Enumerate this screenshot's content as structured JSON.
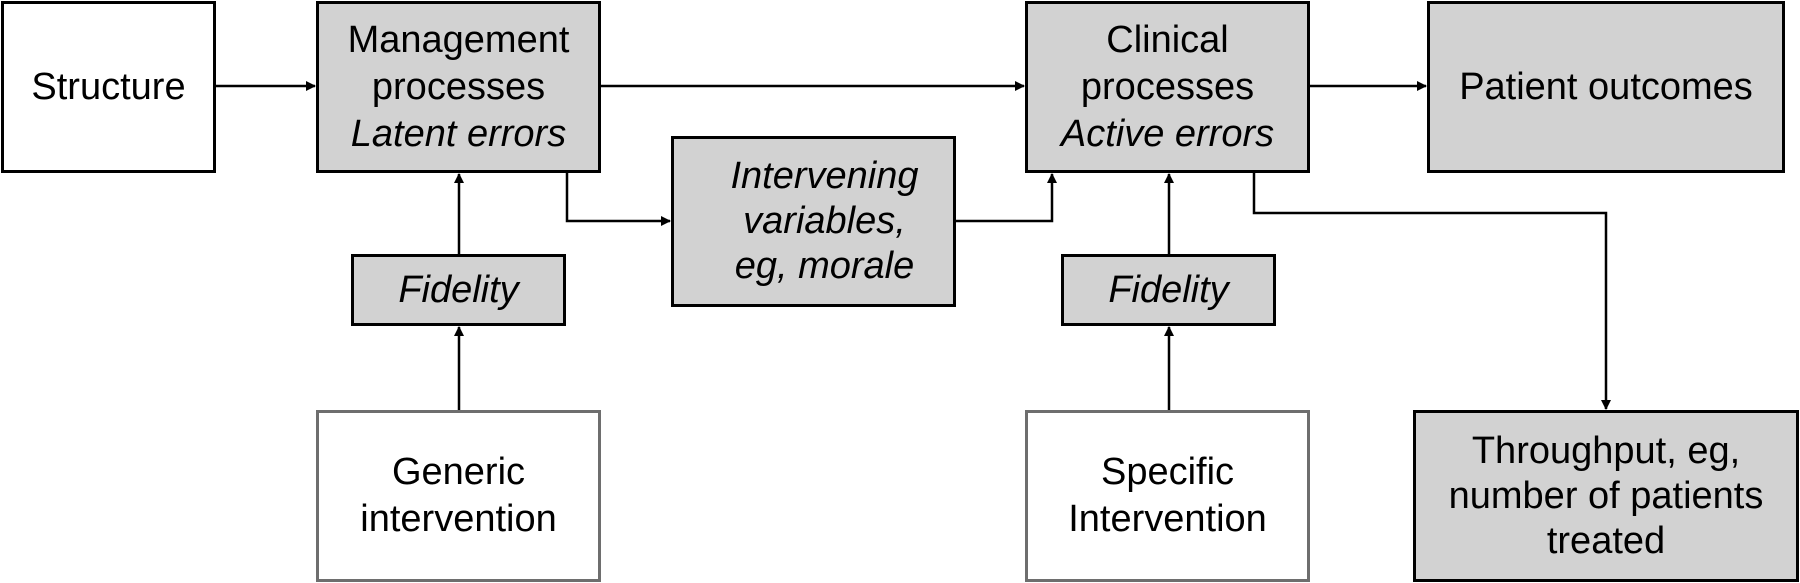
{
  "diagram": {
    "structure": {
      "label": "Structure"
    },
    "management": {
      "line1": "Management",
      "line2": "processes",
      "line3": "Latent errors"
    },
    "clinical": {
      "line1": "Clinical",
      "line2": "processes",
      "line3": "Active errors"
    },
    "outcomes": {
      "label": "Patient outcomes"
    },
    "intervening": {
      "line1": "Intervening",
      "line2": "variables,",
      "line3": "eg, morale"
    },
    "fidelity_left": {
      "label": "Fidelity"
    },
    "fidelity_right": {
      "label": "Fidelity"
    },
    "generic": {
      "line1": "Generic",
      "line2": "intervention"
    },
    "specific": {
      "line1": "Specific",
      "line2": "Intervention"
    },
    "throughput": {
      "line1": "Throughput, eg,",
      "line2": "number of patients",
      "line3": "treated"
    }
  },
  "colors": {
    "grey_fill": "#d2d2d2",
    "border": "#000000",
    "soft_border": "#6e6e6e"
  }
}
